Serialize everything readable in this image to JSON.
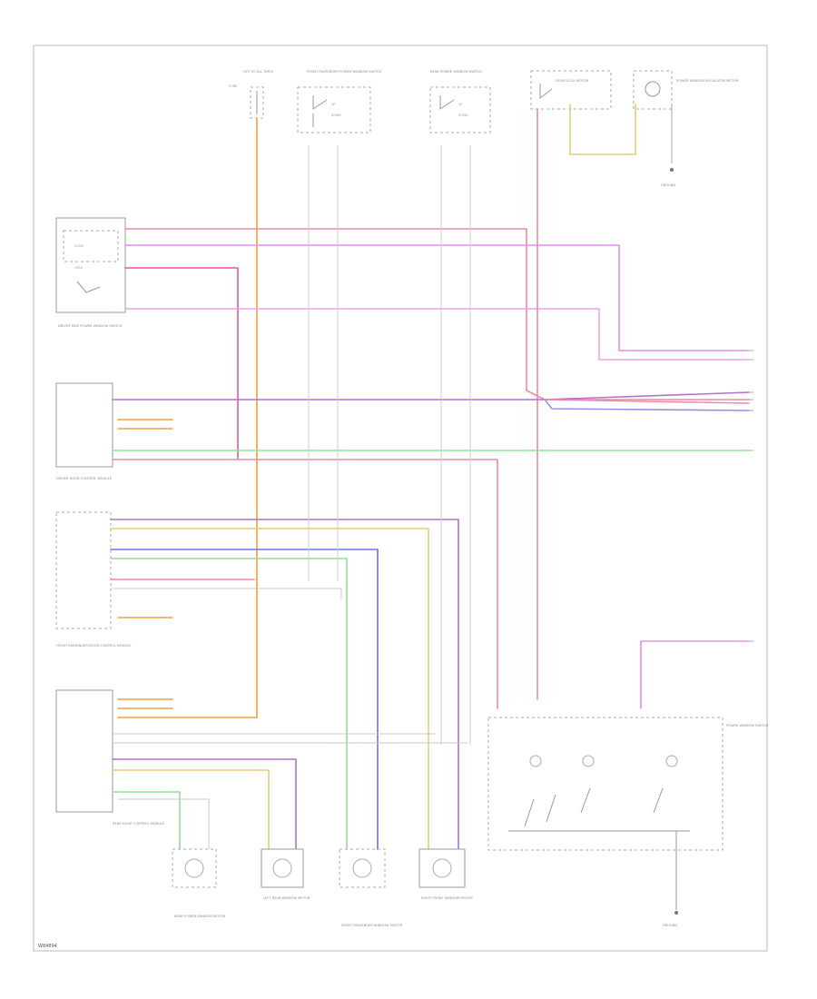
{
  "figure_id": "W84894",
  "colors": {
    "red": "#f08a9a",
    "violet": "#cf7fe3",
    "magenta": "#e055b4",
    "orange": "#f0a040",
    "green": "#8fe08f",
    "blue": "#6f6ff0",
    "yellow": "#e6cc7a",
    "brown": "#b07a50",
    "grey": "#c8c8c8"
  },
  "components": [
    "HOT AT ALL TIMES",
    "FUSE",
    "FRONT PASSENGER POWER WINDOW SWITCH",
    "REAR POWER WINDOW SWITCH",
    "DOOR LOCK MOTOR",
    "POWER WINDOW REGULATOR MOTOR",
    "DRIVER SIDE POWER WINDOW SWITCH",
    "DRIVER DOOR CONTROL MODULE",
    "FRONT PASSENGER DOOR CONTROL MODULE",
    "REAR DOOR CONTROL MODULE",
    "REAR POWER WINDOW MOTOR",
    "LEFT REAR WINDOW MOTOR",
    "FRONT PASSENGER WINDOW MOTOR",
    "RIGHT FRONT WINDOW MOTOR",
    "POWER WINDOW SWITCH",
    "GROUND"
  ]
}
